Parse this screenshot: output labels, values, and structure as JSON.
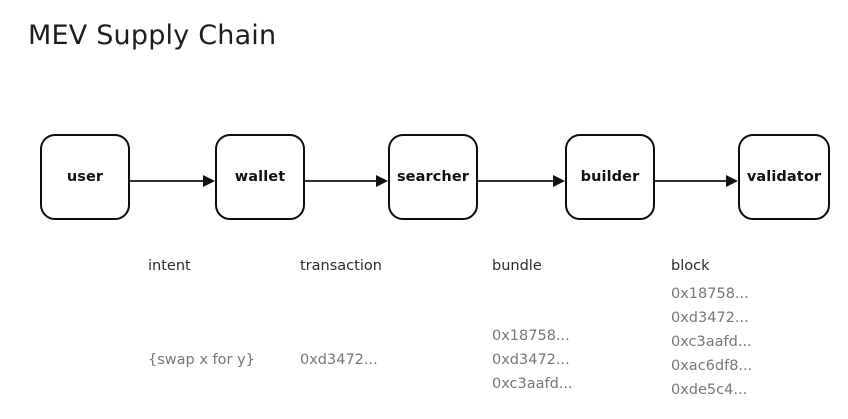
{
  "title": "MEV Supply Chain",
  "colors": {
    "background": "#ffffff",
    "node_border": "#0d0d0d",
    "node_text": "#111111",
    "edge_label_text": "#2b2b2b",
    "payload_text": "#777777",
    "arrow": "#111111"
  },
  "flow": {
    "nodes": [
      {
        "id": "user",
        "label": "user"
      },
      {
        "id": "wallet",
        "label": "wallet"
      },
      {
        "id": "searcher",
        "label": "searcher"
      },
      {
        "id": "builder",
        "label": "builder"
      },
      {
        "id": "validator",
        "label": "validator"
      }
    ],
    "arrows": [
      {
        "id": "user-to-wallet",
        "from": "user",
        "to": "wallet"
      },
      {
        "id": "wallet-to-searcher",
        "from": "wallet",
        "to": "searcher"
      },
      {
        "id": "searcher-to-builder",
        "from": "searcher",
        "to": "builder"
      },
      {
        "id": "builder-to-validator",
        "from": "builder",
        "to": "validator"
      }
    ],
    "edges": [
      {
        "id": "intent",
        "label": "intent",
        "payload": [
          "{swap x for y}"
        ]
      },
      {
        "id": "transaction",
        "label": "transaction",
        "payload": [
          "0xd3472..."
        ]
      },
      {
        "id": "bundle",
        "label": "bundle",
        "payload": [
          "0x18758...",
          "0xd3472...",
          "0xc3aafd..."
        ]
      },
      {
        "id": "block",
        "label": "block",
        "payload": [
          "0x18758...",
          "0xd3472...",
          "0xc3aafd...",
          "0xac6df8...",
          "0xde5c4..."
        ]
      }
    ]
  }
}
